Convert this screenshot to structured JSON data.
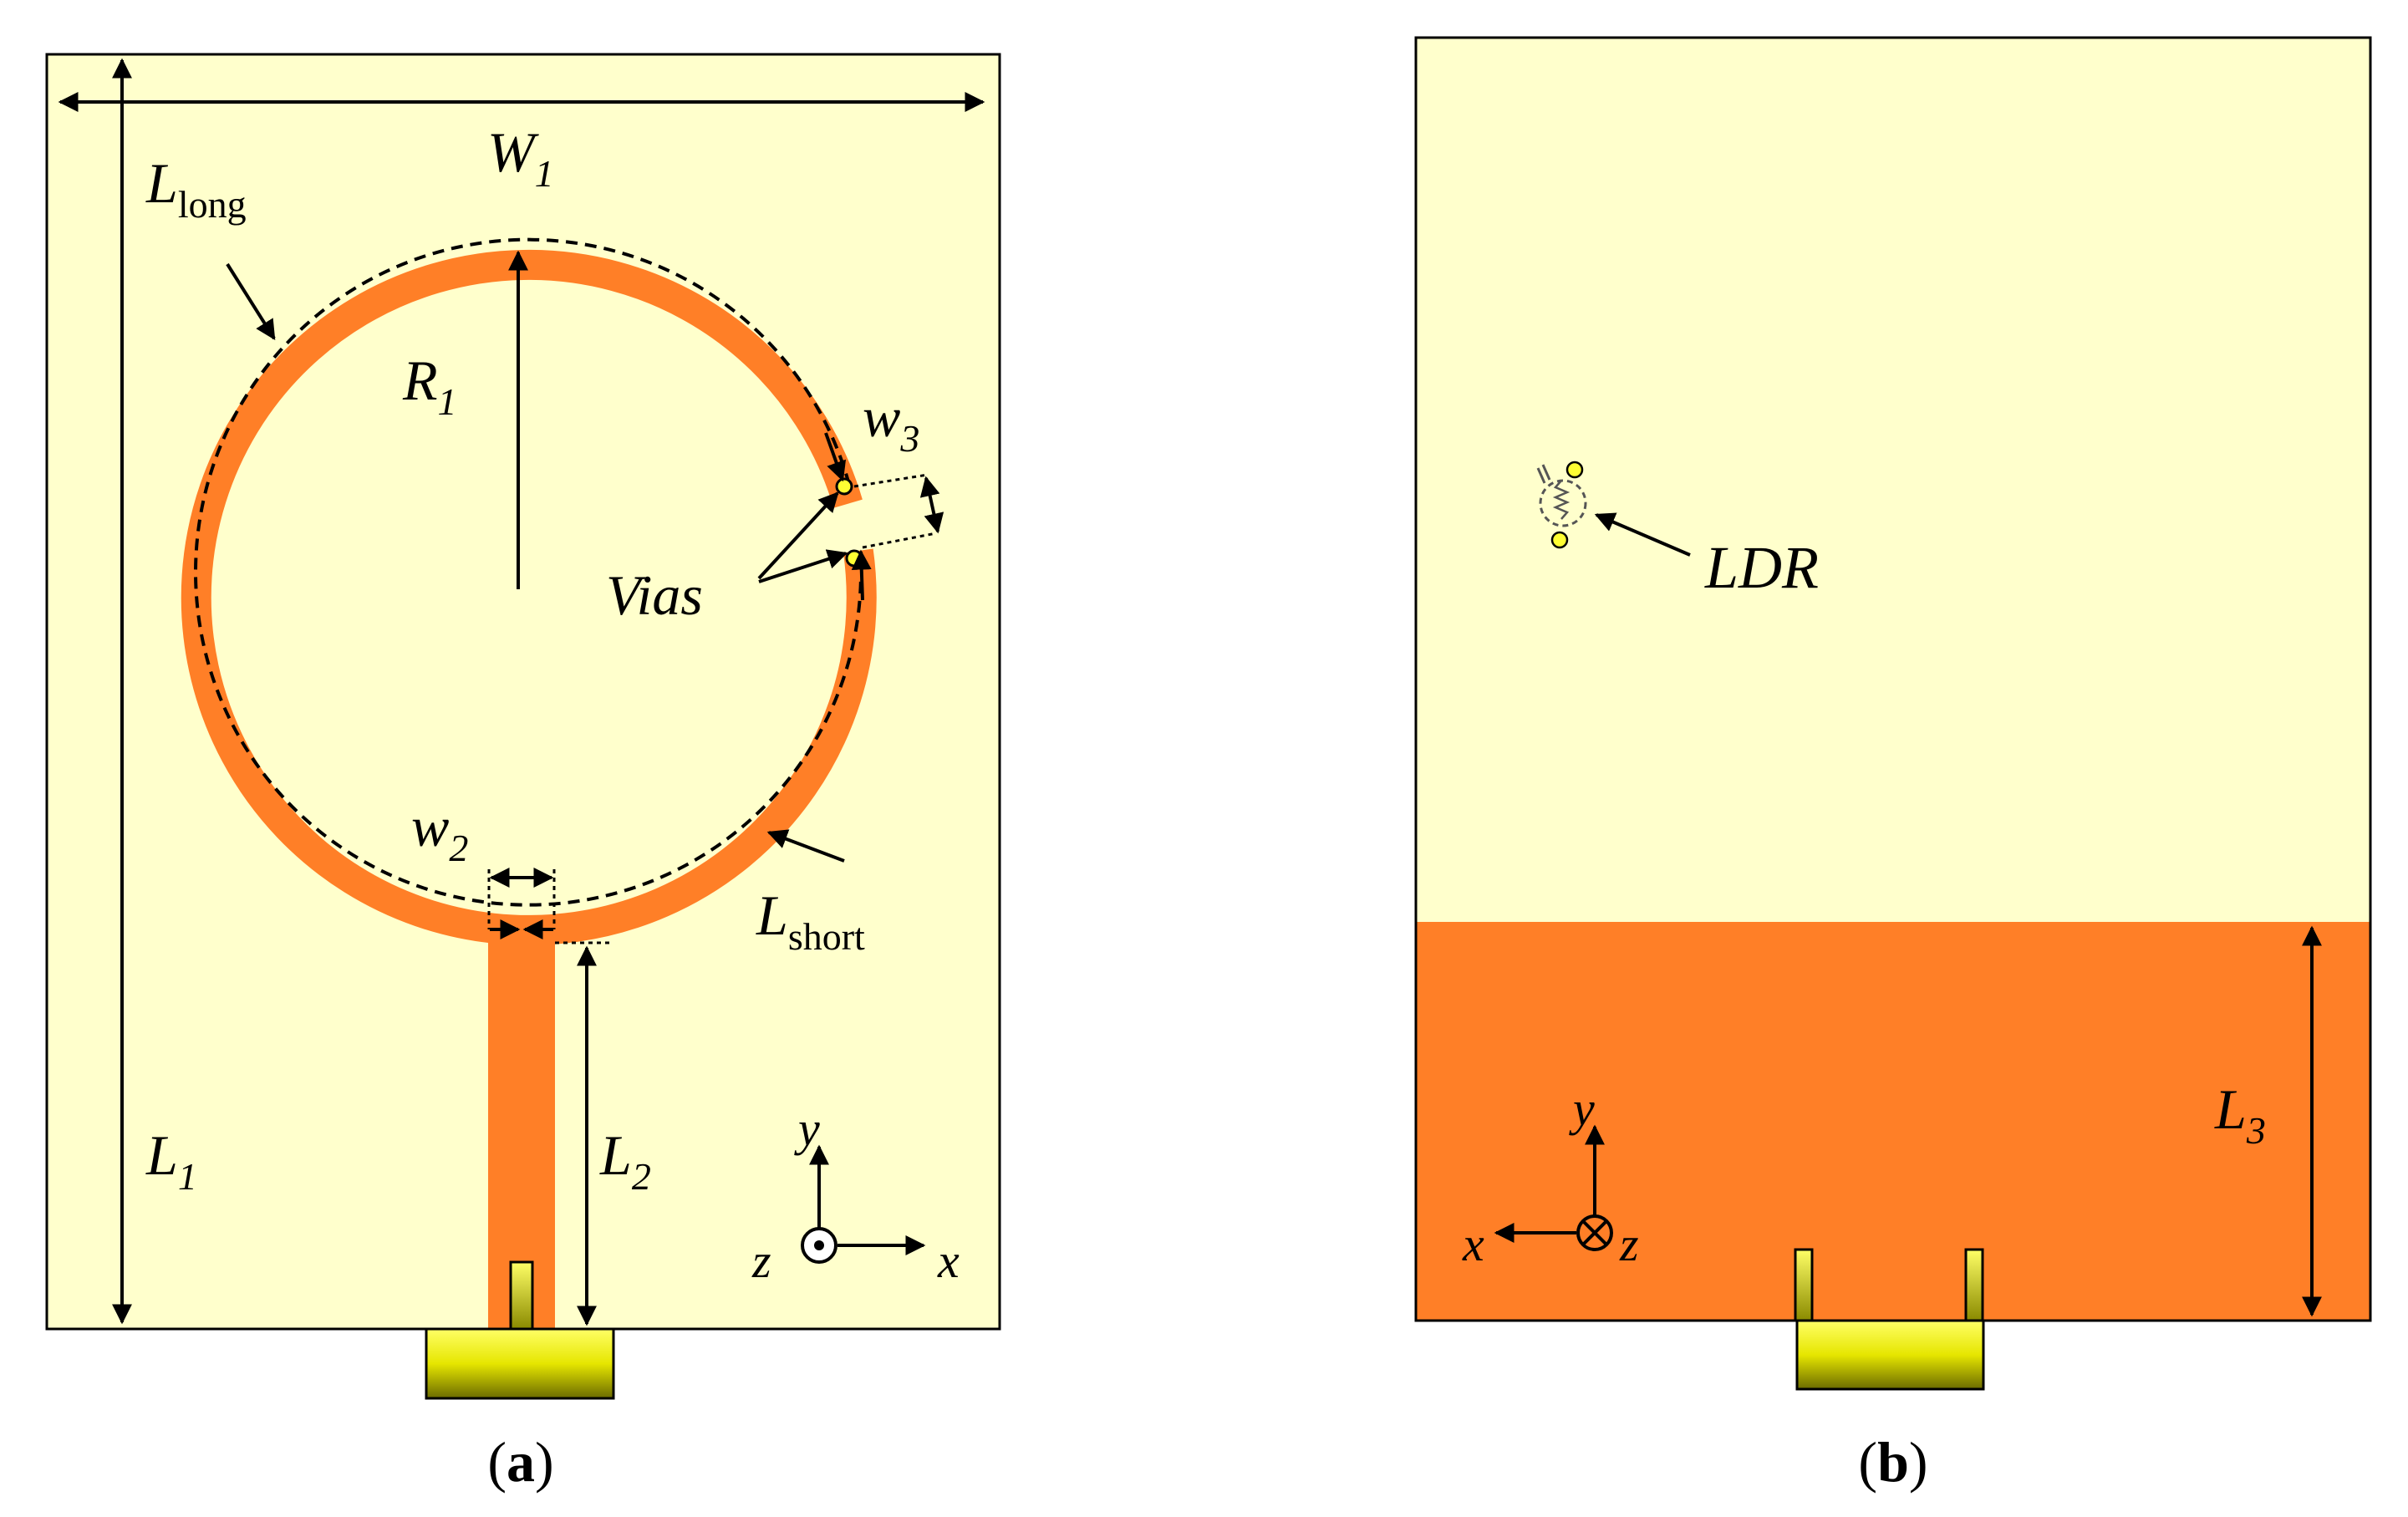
{
  "colors": {
    "substrate": "#FFFFCC",
    "copper": "#FF7F27",
    "connector_yellow": "#FFFF00",
    "via_yellow": "#FFFF33",
    "line": "#000000"
  },
  "panel_a": {
    "caption_open": "(",
    "caption_letter": "a",
    "caption_close": ")",
    "labels": {
      "w1": "W",
      "w1_sub": "1",
      "llong": "L",
      "llong_sub": "long",
      "r1": "R",
      "r1_sub": "1",
      "w3": "w",
      "w3_sub": "3",
      "vias": "Vias",
      "w2": "w",
      "w2_sub": "2",
      "lshort": "L",
      "lshort_sub": "short",
      "l1": "L",
      "l1_sub": "1",
      "l2": "L",
      "l2_sub": "2",
      "axis_y": "y",
      "axis_z": "z",
      "axis_x": "x"
    }
  },
  "panel_b": {
    "caption_open": "(",
    "caption_letter": "b",
    "caption_close": ")",
    "labels": {
      "ldr": "LDR",
      "l3": "L",
      "l3_sub": "3",
      "axis_y": "y",
      "axis_x": "x",
      "axis_z": "z"
    }
  }
}
